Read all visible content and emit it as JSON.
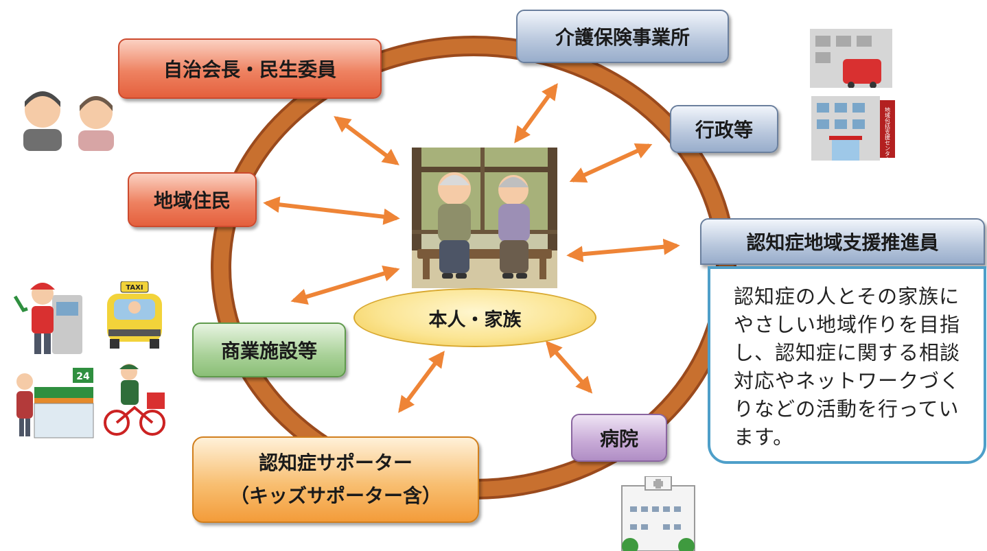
{
  "center": {
    "label": "本人・家族"
  },
  "nodes": {
    "chief": "自治会長・民生委員",
    "residents": "地域住民",
    "commerce": "商業施設等",
    "supporter_line1": "認知症サポーター",
    "supporter_line2": "（キッズサポーター含）",
    "care": "介護保険事業所",
    "admin": "行政等",
    "promoter": "認知症地域支援推進員",
    "hospital": "病院"
  },
  "description": {
    "lines": [
      "認知症の人とその家族に",
      "やさしい地域作りを目指",
      "し、認知症に関する相談",
      "対応やネットワークづく",
      "りなどの活動を行ってい",
      "ます。"
    ]
  },
  "illustration_text": {
    "taxi": "TAXI",
    "store_sign": "24",
    "center_sign": "地域包括支援センター"
  },
  "colors": {
    "ring": "#c0632a",
    "arrow": "#ee8436",
    "accent_blue": "#4e9fc9"
  }
}
